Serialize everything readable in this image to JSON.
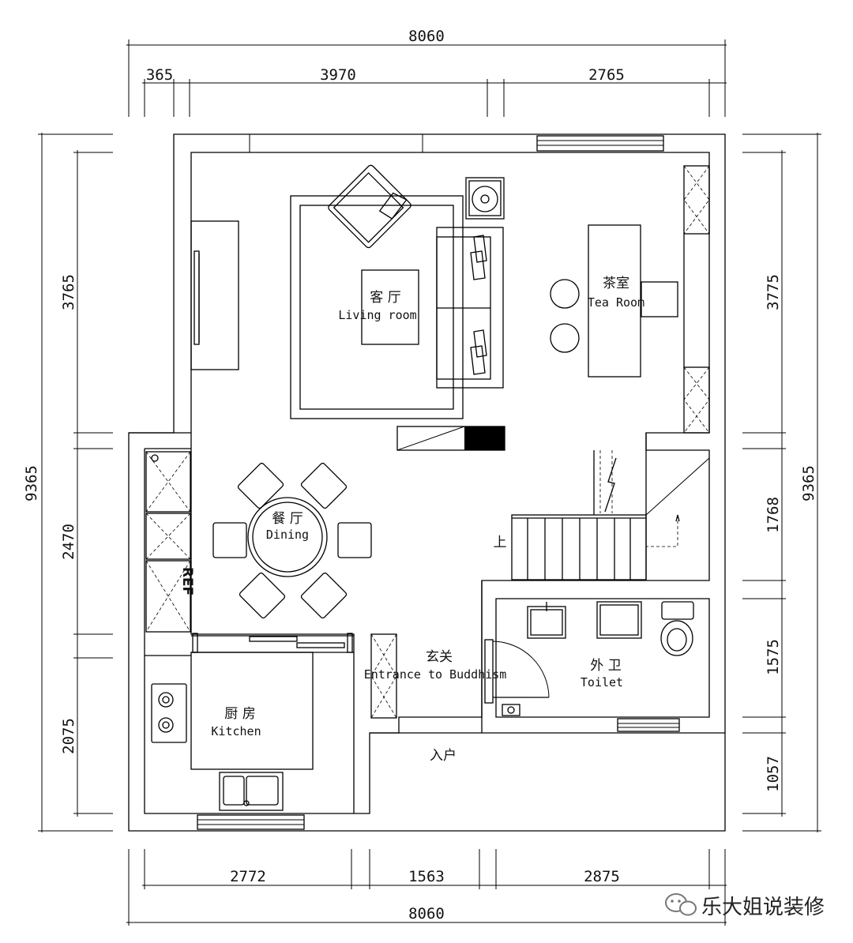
{
  "dimensions": {
    "top_total": "8060",
    "top_segments": [
      "365",
      "3970",
      "2765"
    ],
    "bottom_total": "8060",
    "bottom_segments": [
      "2772",
      "1563",
      "2875"
    ],
    "left_total": "9365",
    "left_segments": [
      "3765",
      "2470",
      "2075"
    ],
    "right_total": "9365",
    "right_segments": [
      "3775",
      "1768",
      "1575",
      "1057"
    ]
  },
  "rooms": {
    "living": {
      "zh": "客 厅",
      "en": "Living room"
    },
    "tea": {
      "zh": "茶室",
      "en": "Tea Room"
    },
    "dining": {
      "zh": "餐 厅",
      "en": "Dining"
    },
    "entrance": {
      "zh": "玄关",
      "en": "Entrance to Buddhism"
    },
    "toilet": {
      "zh": "外 卫",
      "en": "Toilet"
    },
    "kitchen": {
      "zh": "厨 房",
      "en": "Kitchen"
    }
  },
  "labels": {
    "stair_up": "上",
    "entry": "入户",
    "fridge": "REF"
  },
  "watermark": {
    "text": "乐大姐说装修",
    "icon": "wechat-icon"
  }
}
